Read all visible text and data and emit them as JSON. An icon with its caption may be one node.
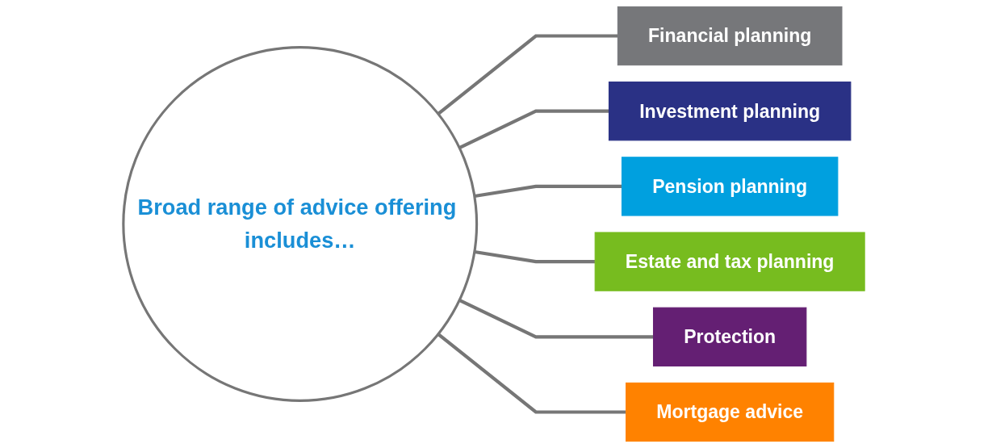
{
  "diagram": {
    "nodes": [
      {
        "text": [
          "Broad range of advice offering includes…"
        ]
      },
      {
        "text": [
          "Financial planning"
        ]
      },
      {
        "text": [
          "Investment planning"
        ]
      },
      {
        "text": [
          "Pension planning"
        ]
      },
      {
        "text": [
          "Estate and tax planning"
        ]
      },
      {
        "text": [
          "Protection"
        ]
      },
      {
        "text": [
          "Mortgage advice"
        ]
      }
    ],
    "edges": [
      {
        "from": 0,
        "to": 1,
        "arrow": "none"
      },
      {
        "from": 0,
        "to": 2,
        "arrow": "none"
      },
      {
        "from": 0,
        "to": 3,
        "arrow": "none"
      },
      {
        "from": 0,
        "to": 4,
        "arrow": "none"
      },
      {
        "from": 0,
        "to": 5,
        "arrow": "none"
      },
      {
        "from": 0,
        "to": 6,
        "arrow": "none"
      }
    ]
  }
}
